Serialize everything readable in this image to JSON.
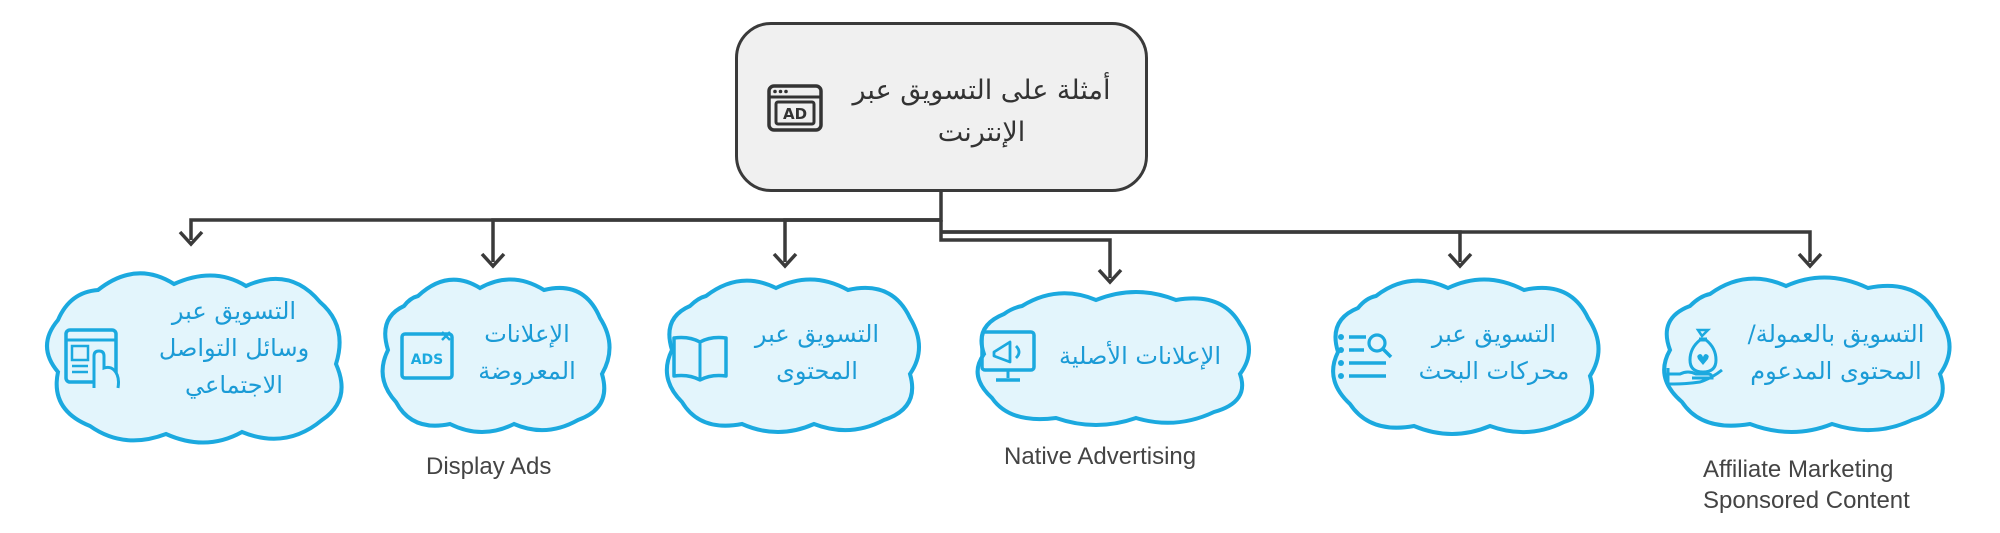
{
  "root": {
    "title_line1": "أمثلة على  التسويق عبر",
    "title_line2": "الإنترنت",
    "icon": "ad-window-icon"
  },
  "nodes": [
    {
      "line1": "التسويق عبر",
      "line2": "وسائل التواصل",
      "line3": "الاجتماعي",
      "icon": "social-hand-icon"
    },
    {
      "line1": "الإعلانات",
      "line2": "المعروضة",
      "icon": "ads-window-icon",
      "caption": "Display Ads"
    },
    {
      "line1": "التسويق عبر",
      "line2": "المحتوى",
      "icon": "open-book-icon"
    },
    {
      "line1": "الإعلانات الأصلية",
      "icon": "megaphone-monitor-icon",
      "caption": "Native Advertising"
    },
    {
      "line1": "التسويق عبر",
      "line2": "محركات البحث",
      "icon": "search-list-icon"
    },
    {
      "line1": "التسويق بالعمولة/",
      "line2": "المحتوى المدعوم",
      "icon": "money-bag-hand-icon",
      "caption_line1": "Affiliate Marketing",
      "caption_line2": "Sponsored Content"
    }
  ],
  "colors": {
    "cloud_fill": "#e3f5fc",
    "cloud_stroke": "#1ba9df",
    "text_accent": "#1b9bd6",
    "root_fill": "#f0f0f0",
    "connector": "#3a3a3a"
  }
}
